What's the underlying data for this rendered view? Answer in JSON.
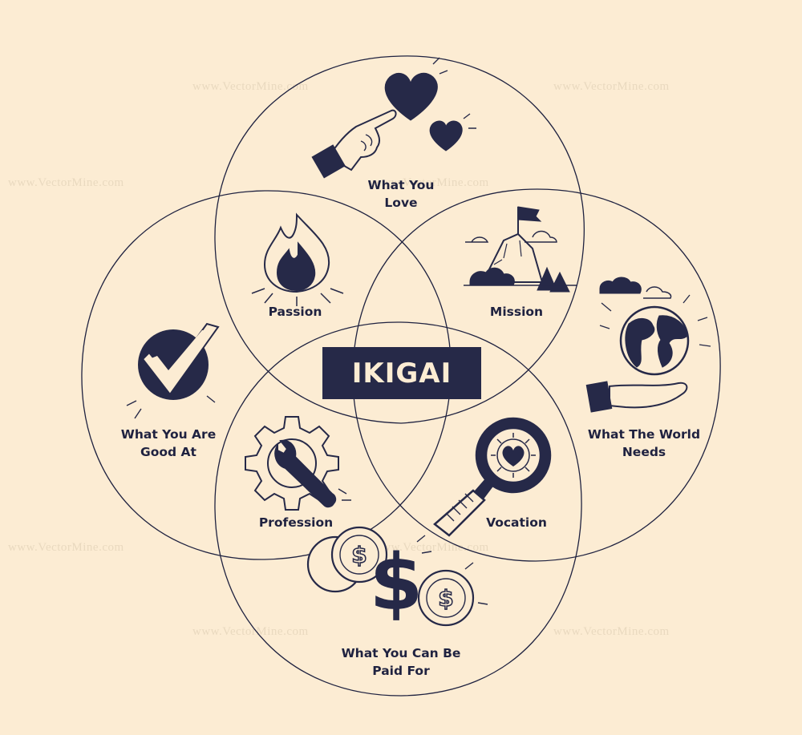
{
  "title": "IKIGAI",
  "watermark": "www.VectorMine.com",
  "colors": {
    "background": "#fcecd3",
    "ink": "#262948",
    "line": "#1f2240"
  },
  "circles": [
    {
      "label_line1": "What You",
      "label_line2": "Love",
      "icon": "heart-hand-icon"
    },
    {
      "label_line1": "What You Are",
      "label_line2": "Good At",
      "icon": "checkmark-icon"
    },
    {
      "label_line1": "What The World",
      "label_line2": "Needs",
      "icon": "globe-hand-icon"
    },
    {
      "label_line1": "What You Can Be",
      "label_line2": "Paid For",
      "icon": "coins-icon"
    }
  ],
  "overlaps": [
    {
      "label": "Passion",
      "icon": "fire-icon"
    },
    {
      "label": "Mission",
      "icon": "mountain-flag-icon"
    },
    {
      "label": "Profession",
      "icon": "gear-wrench-icon"
    },
    {
      "label": "Vocation",
      "icon": "magnifier-heart-icon"
    }
  ]
}
